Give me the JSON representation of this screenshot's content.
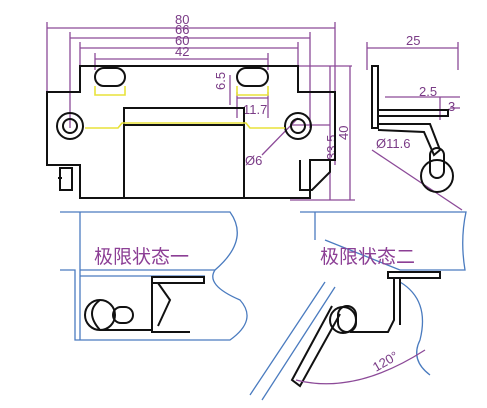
{
  "dimensions": {
    "w80": "80",
    "w66": "66",
    "w60": "60",
    "w42": "42",
    "w25": "25",
    "h6_5": "6.5",
    "w11_7": "11.7",
    "d6": "Ø6",
    "h33_5": "33.5",
    "h40": "40",
    "t2_5": "2.5",
    "t3": "3",
    "d11_6": "Ø11.6",
    "angle": "120°"
  },
  "captions": {
    "limit_state_1": "极限状态一",
    "limit_state_2": "极限状态二"
  },
  "colors": {
    "outline": "#111111",
    "dimension": "#8c4a98",
    "panel": "#4a7bbf",
    "highlight": "#e8e23a"
  }
}
